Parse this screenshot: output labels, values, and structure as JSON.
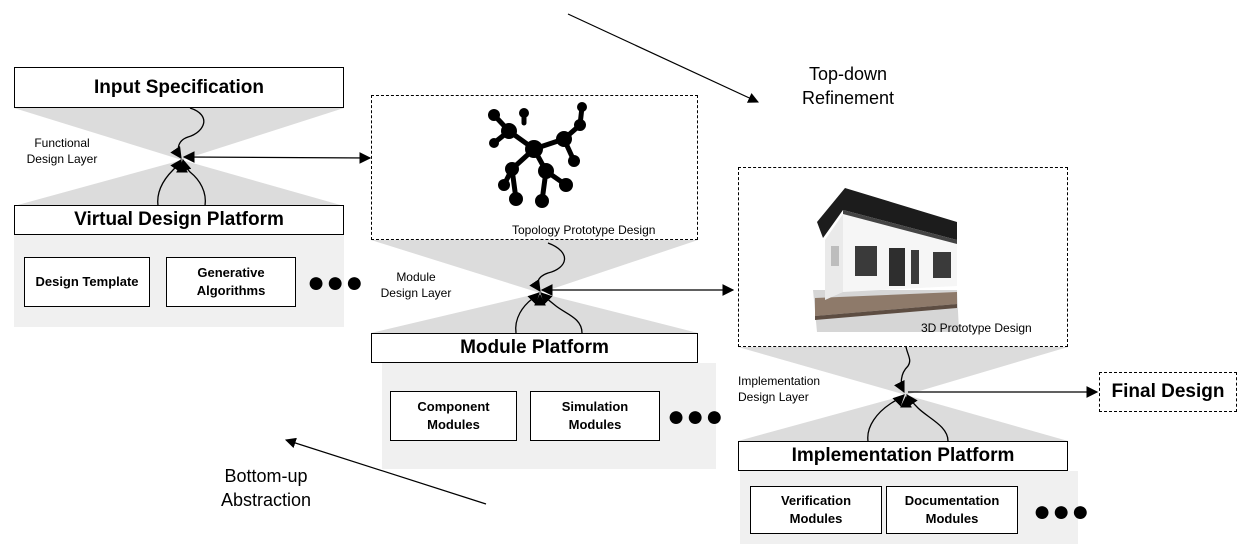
{
  "input_spec": {
    "title": "Input Specification"
  },
  "layers": {
    "functional": "Functional\nDesign Layer",
    "module": "Module\nDesign Layer",
    "implementation": "Implementation\nDesign Layer"
  },
  "virtual_platform": {
    "title": "Virtual Design Platform",
    "modules": [
      "Design Template",
      "Generative\nAlgorithms"
    ],
    "more": "●●●"
  },
  "module_platform": {
    "title": "Module Platform",
    "modules": [
      "Component\nModules",
      "Simulation\nModules"
    ],
    "more": "●●●"
  },
  "implementation_platform": {
    "title": "Implementation Platform",
    "modules": [
      "Verification\nModules",
      "Documentation\nModules"
    ],
    "more": "●●●"
  },
  "prototypes": {
    "topology": "Topology Prototype Design",
    "three_d": "3D Prototype Design"
  },
  "final_design": "Final Design",
  "directions": {
    "top_down": "Top-down\nRefinement",
    "bottom_up": "Bottom-up\nAbstraction"
  }
}
